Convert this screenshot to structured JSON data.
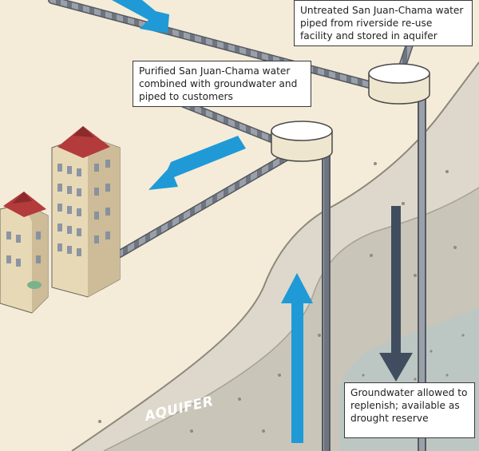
{
  "callouts": {
    "untreated": "Untreated San Juan-Chama water piped from riverside re-use facility and stored in aquifer",
    "purified": "Purified San Juan-Chama water combined with groundwater and piped to customers",
    "groundwater": "Groundwater allowed to replenish; available as drought reserve"
  },
  "labels": {
    "aquifer": "AQUIFER"
  },
  "colors": {
    "surface": "#f4ecd9",
    "soil": "#ddd8cb",
    "aquifer": "#c7c3b5",
    "water": "#bcc7c3",
    "arrow_up": "#1f9ad6",
    "arrow_down": "#3f4d5f",
    "pipe": "#8a8f9a"
  }
}
